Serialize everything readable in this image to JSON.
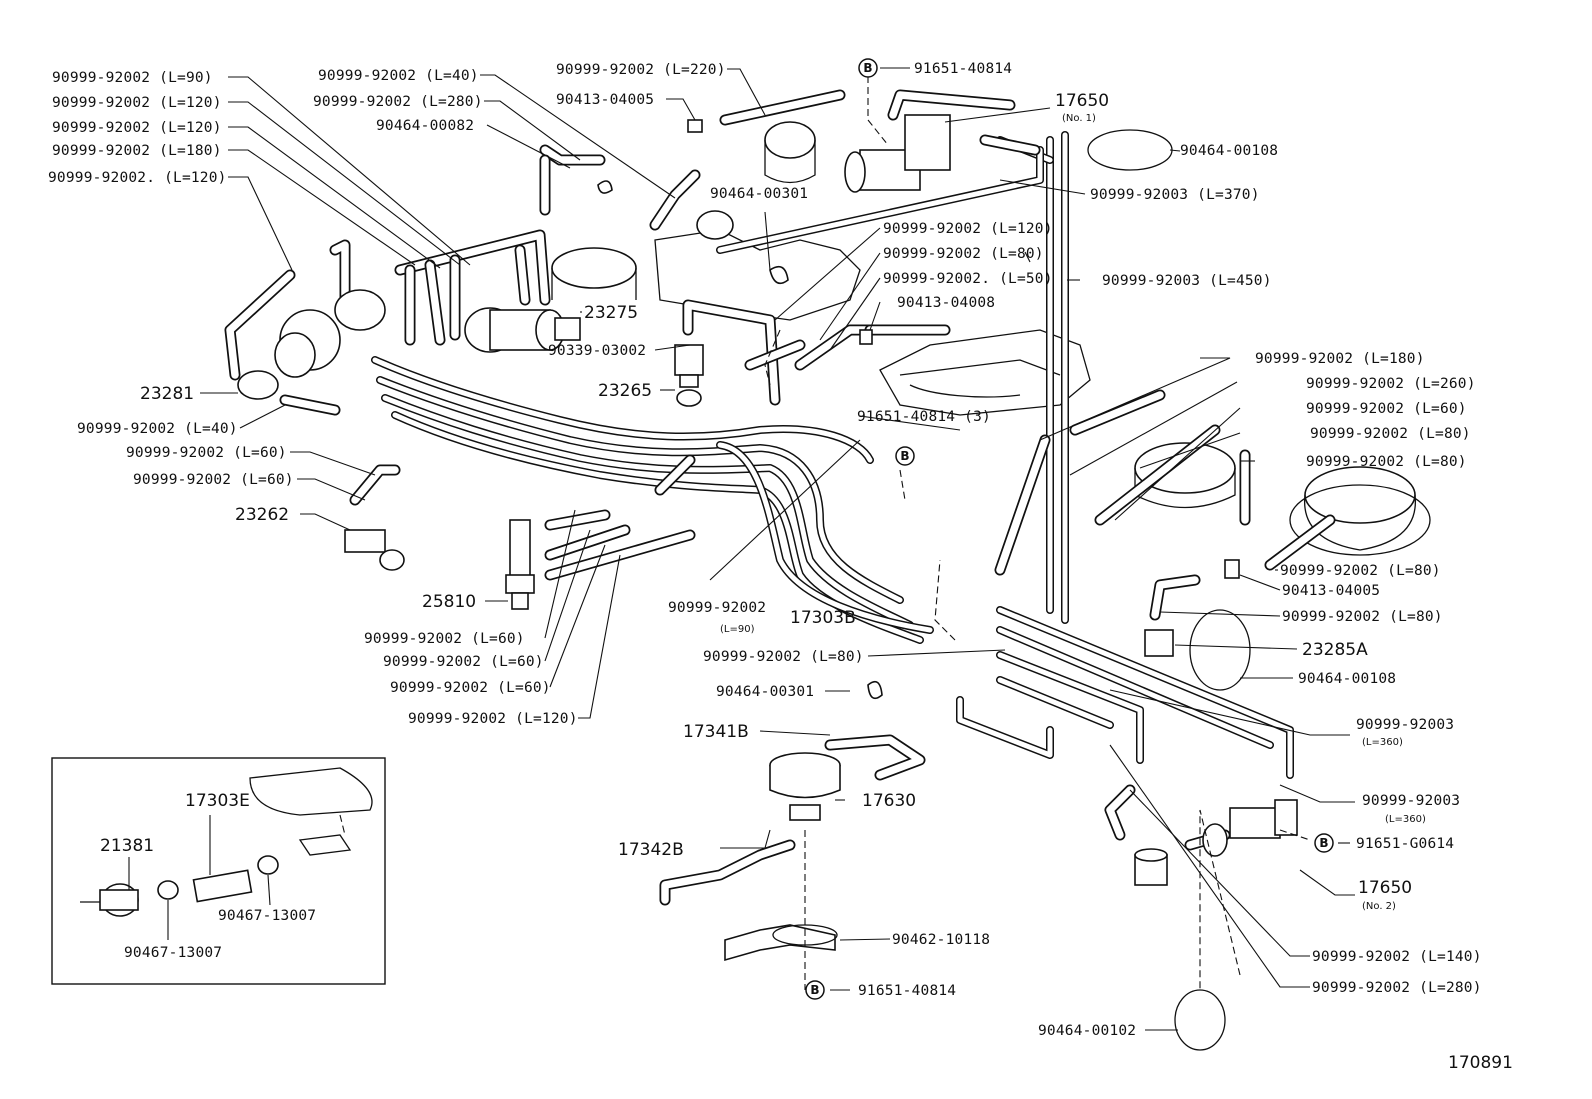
{
  "labels": {
    "l1": "90999-92002 (L=90)",
    "l2": "90999-92002 (L=120)",
    "l3": "90999-92002 (L=120)",
    "l4": "90999-92002 (L=180)",
    "l5": "90999-92002. (L=120)",
    "l6": "90999-92002 (L=40)",
    "l7": "90999-92002 (L=280)",
    "l8": "90464-00082",
    "l9": "90999-92002 (L=220)",
    "l10": "90413-04005",
    "l11": "91651-40814",
    "l12": "17650",
    "l13": "90464-00108",
    "l14": "90999-92003 (L=370)",
    "l15": "90464-00301",
    "l16": "90999-92002 (L=120)",
    "l17": "90999-92002 (L=80)",
    "l18": "90999-92002. (L=50)",
    "l19": "90999-92003 (L=450)",
    "l20": "90413-04008",
    "l21": "23275",
    "l22": "90339-03002",
    "l23": "23265",
    "l24": "23281",
    "l25": "90999-92002 (L=40)",
    "l26": "90999-92002 (L=60)",
    "l27": "90999-92002 (L=60)",
    "l28": "23262",
    "l29": "25810",
    "l30": "91651-40814 (3)",
    "l31": "90999-92002 (L=180)",
    "l32": "90999-92002 (L=260)",
    "l33": "90999-92002 (L=60)",
    "l34": "90999-92002 (L=80)",
    "l35": "90999-92002 (L=80)",
    "l36": "90999-92002 (L=80)",
    "l37": "90413-04005",
    "l38": "90999-92002 (L=80)",
    "l39": "23285A",
    "l40": "90464-00108",
    "l41": "90999-92002",
    "l42": "17303B",
    "l43": "90999-92002 (L=60)",
    "l44": "90999-92002 (L=60)",
    "l45": "90999-92002 (L=60)",
    "l46": "90999-92002 (L=120)",
    "l47": "90999-92002 (L=80)",
    "l48": "90464-00301",
    "l49": "17341B",
    "l50": "17630",
    "l51": "17342B",
    "l52": "90999-92003",
    "l53": "90999-92003",
    "l54": "91651-G0614",
    "l55": "17650",
    "l56": "90462-10118",
    "l57": "91651-40814",
    "l58": "90999-92002 (L=140)",
    "l59": "90999-92002 (L=280)",
    "l60": "90464-00102",
    "l61": "17303E",
    "l62": "21381",
    "l63": "90467-13007",
    "l64": "90467-13007",
    "l65": "170891"
  },
  "sublabels": {
    "s1": "(No. 1)",
    "s2": "(L=90)",
    "s3": "(L=360)",
    "s4": "(L=360)",
    "s5": "(No. 2)"
  },
  "badges": {
    "b": "B"
  }
}
